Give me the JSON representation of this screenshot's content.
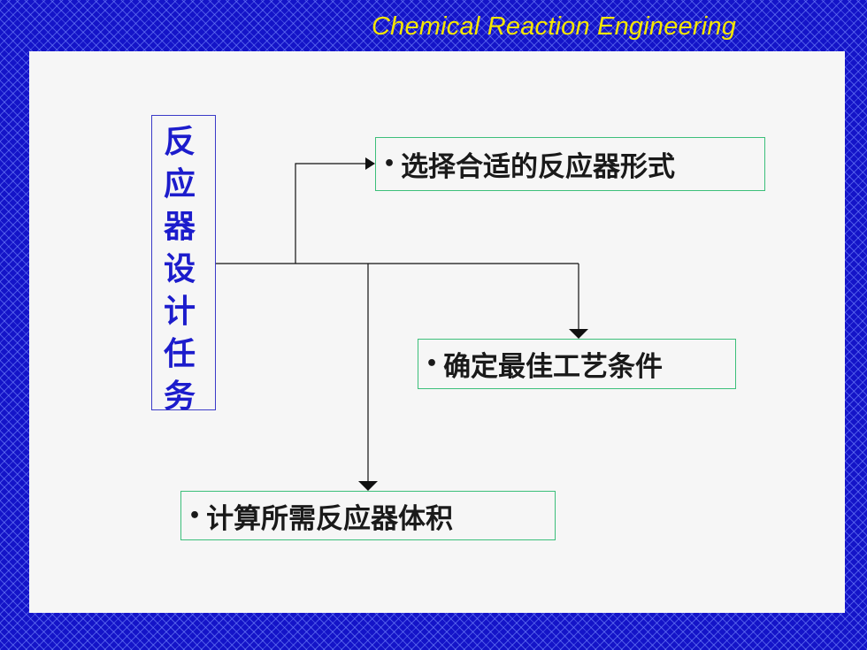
{
  "header": {
    "title": "Chemical Reaction Engineering"
  },
  "diagram": {
    "main_node": {
      "label": "反应器设计任务"
    },
    "tasks": [
      {
        "label": "选择合适的反应器形式"
      },
      {
        "label": "确定最佳工艺条件"
      },
      {
        "label": "计算所需反应器体积"
      }
    ]
  },
  "colors": {
    "background": "#1414c8",
    "header_text": "#f5e600",
    "main_text": "#1c1ccc",
    "task_border": "#3cbf7a"
  }
}
